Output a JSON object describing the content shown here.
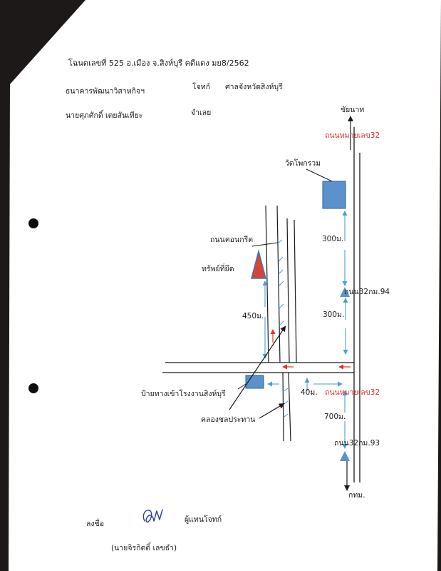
{
  "header": {
    "case_line": "โฉนดเลขที่ 525 อ.เมือง จ.สิงห์บุรี คดีแดง มย8/2562",
    "plaintiff_name": "ธนาคารพัฒนาวิสาหกิจฯ",
    "plaintiff_role": "โจทก์",
    "court": "ศาลจังหวัดสิงห์บุรี",
    "defendant_name": "นายศุภศักดิ์ เตยสันเทียะ",
    "defendant_role": "จำเลย"
  },
  "map": {
    "north_label": "ชัยนาท",
    "south_label": "กทม.",
    "highway_north_label": "ถนนหมายเลข32",
    "highway_south_label": "ถนนหมายเลข32",
    "temple_label": "วัดโพกรวม",
    "concrete_road_label": "ถนนคอนกรีต",
    "seized_property_label": "ทรัพย์ที่ยึด",
    "dist_temple": "300ม.",
    "km94_label": "ถนน32กม.94",
    "dist_km94": "300ม.",
    "dist_property": "450ม.",
    "factory_sign_label": "ป้ายทางเข้าโรงงานสิงห์บุรี",
    "dist_40": "40ม.",
    "canal_label": "คลองชลประทาน",
    "dist_700": "700ม.",
    "km93_label": "ถนน32กม.93"
  },
  "footer": {
    "sign_label": "ลงชื่อ",
    "signer_role": "ผู้แทนโจทก์",
    "signer_name": "(นายจิรกิตติ์  เลขธำ)"
  },
  "colors": {
    "ink": "#1a1a1a",
    "road_arrow_red": "#e0312b",
    "measure_blue": "#4a9fd6",
    "box_blue": "#5b92cc",
    "triangle_red": "#d6453b"
  }
}
